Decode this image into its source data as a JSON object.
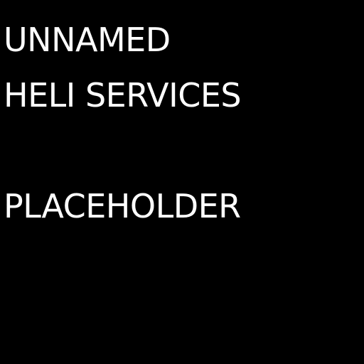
{
  "image": {
    "background_color": "#000000",
    "text_color": "#ffffff",
    "lines": [
      "UNNAMED",
      "HELI SERVICES",
      "PLACEHOLDER"
    ]
  }
}
